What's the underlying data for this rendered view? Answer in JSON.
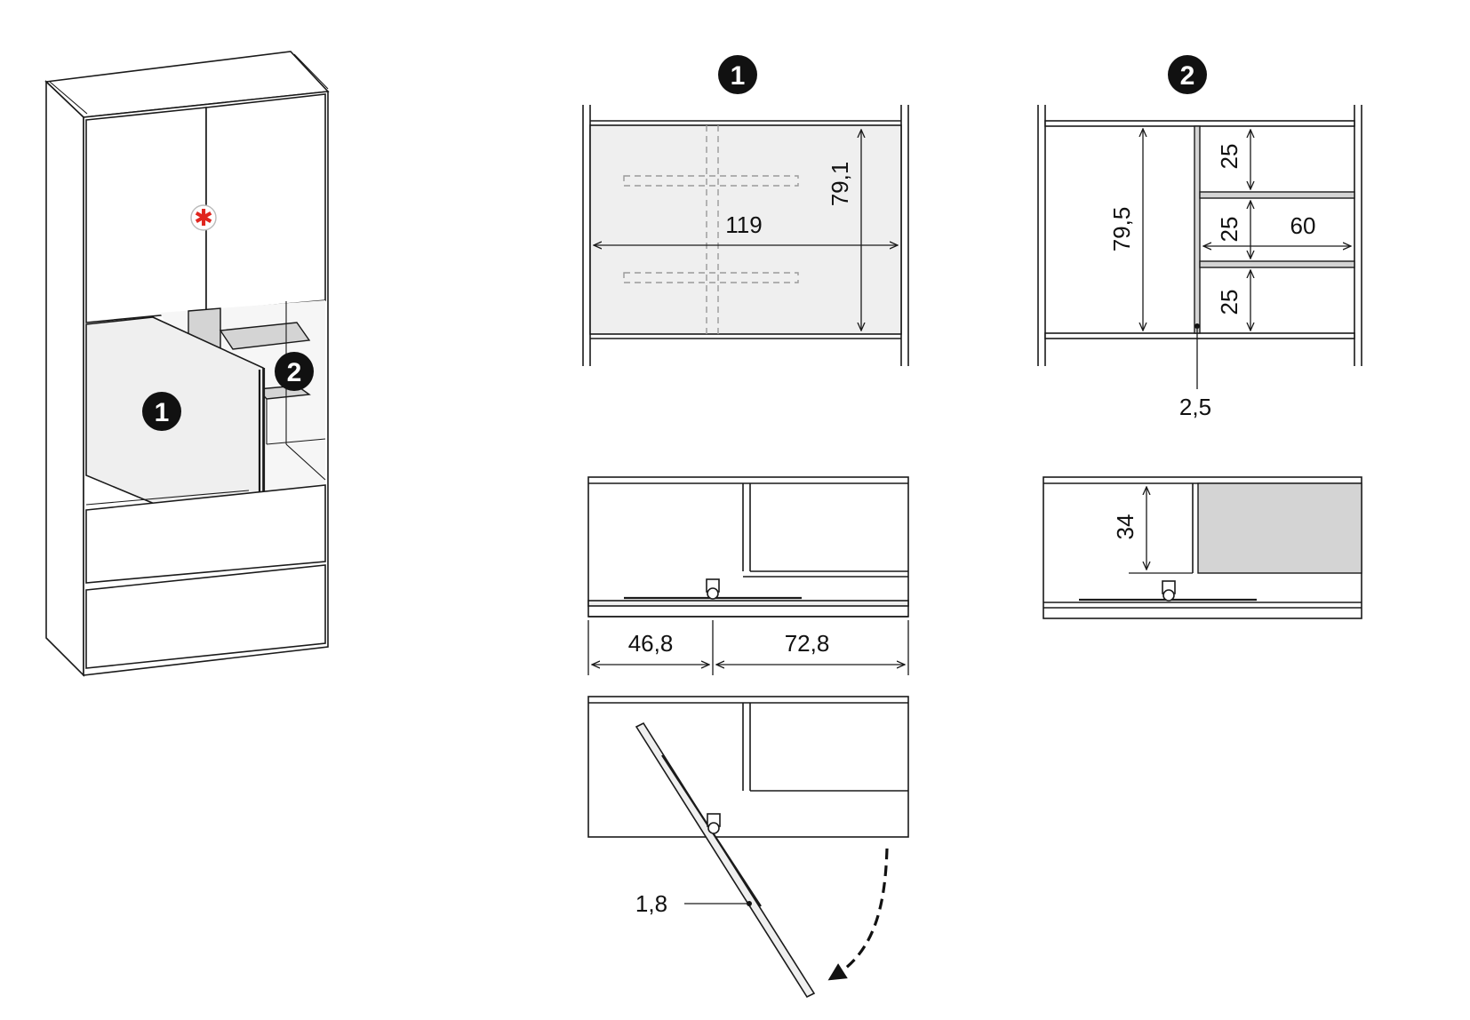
{
  "badges": {
    "one": "1",
    "two": "2"
  },
  "marker": {
    "symbol": "✱",
    "color": "#e0261f"
  },
  "dimensions": {
    "flap_width": "119",
    "flap_height": "79,1",
    "interior_height": "79,5",
    "shelf_spacing_1": "25",
    "shelf_spacing_2": "25",
    "shelf_spacing_3": "25",
    "shelf_width": "60",
    "divider_thickness": "2,5",
    "left_depth": "46,8",
    "right_depth": "72,8",
    "compartment_height": "34",
    "door_thickness": "1,8"
  }
}
